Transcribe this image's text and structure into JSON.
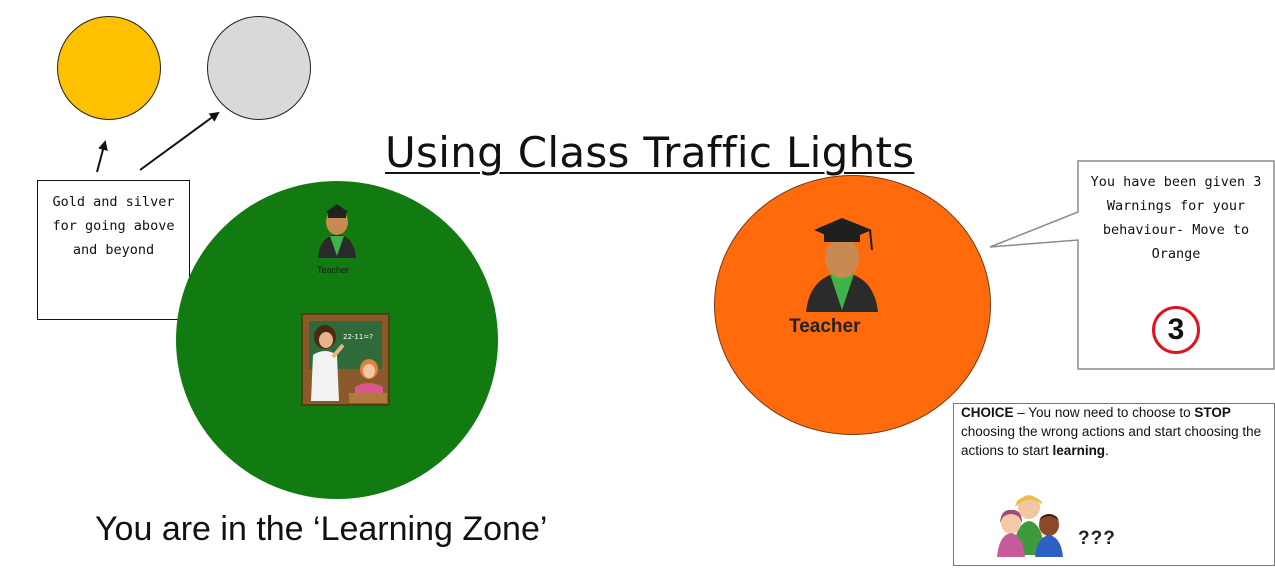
{
  "title": "Using Class Traffic Lights",
  "gold_silver_note": "Gold and silver for going above and beyond",
  "green_zone": {
    "teacher_label": "Teacher",
    "board_text": "22-11=?"
  },
  "learning_zone_text": "You are in the ‘Learning Zone’",
  "orange_zone": {
    "teacher_label": "Teacher",
    "speech": "You have been given 3 Warnings for your behaviour- Move to Orange",
    "warning_number": "3"
  },
  "choice_box": {
    "label_choice": "CHOICE",
    "text_1": " – You now need to choose to ",
    "label_stop": "STOP",
    "text_2": " choosing the wrong actions and start choosing the actions to start ",
    "label_learning": "learning",
    "text_3": ".",
    "question_marks": "???"
  },
  "colors": {
    "gold": "#FFC000",
    "silver": "#D9D9D9",
    "green": "#117A11",
    "orange": "#FF6A0D",
    "warning_red": "#E0141E"
  }
}
